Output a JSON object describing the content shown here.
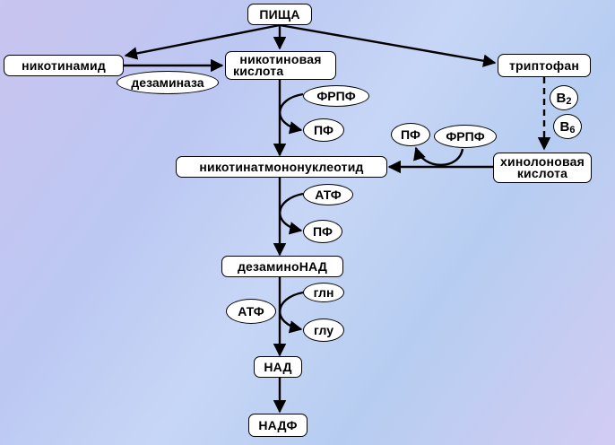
{
  "nodes": {
    "pishcha": "ПИЩА",
    "nikotinamid": "никотинамид",
    "nikotinovaya_1": "никотиновая",
    "nikotinovaya_2": "кислота",
    "triptofan": "триптофан",
    "nmn": "никотинатмононуклеотид",
    "hinolonovaya_1": "хинолоновая",
    "hinolonovaya_2": "кислота",
    "dezaminonad": "дезаминоНАД",
    "nad": "НАД",
    "nadf": "НАДФ"
  },
  "cofactors": {
    "dezaminaza": "дезаминаза",
    "frpf_1": "ФРПФ",
    "pf_1": "ПФ",
    "pf_2": "ПФ",
    "frpf_2": "ФРПФ",
    "atf_1": "АТФ",
    "pf_3": "ПФ",
    "gln": "глн",
    "atf_2": "АТФ",
    "glu": "глу",
    "b2_letter": "В",
    "b2_sub": "2",
    "b6_letter": "В",
    "b6_sub": "6"
  },
  "colors": {
    "background_start": "#c9c4f0",
    "background_end": "#b6cdf1",
    "box_fill": "#ffffff",
    "stroke": "#000000"
  }
}
